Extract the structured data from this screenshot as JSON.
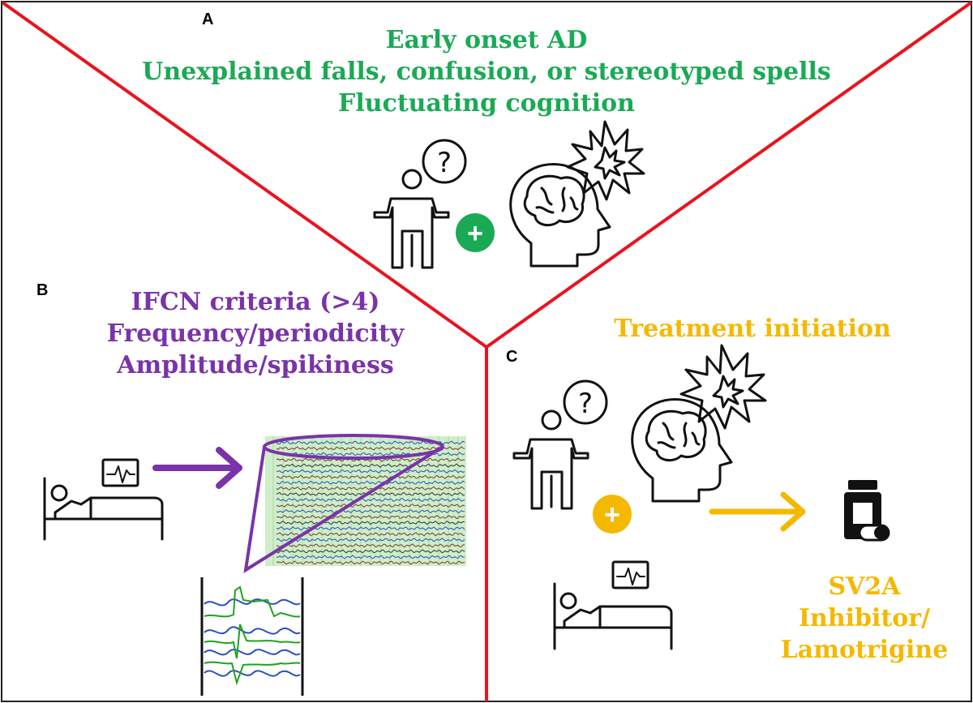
{
  "panels": {
    "a": {
      "letter": "A",
      "lines": [
        "Early onset AD",
        "Unexplained falls, confusion, or stereotyped spells",
        "Fluctuating cognition"
      ],
      "color": "#1aaa55",
      "plus": "+",
      "question": "?"
    },
    "b": {
      "letter": "B",
      "lines": [
        "IFCN criteria (>4)",
        "Frequency/periodicity",
        "Amplitude/spikiness"
      ],
      "color": "#7a33a8"
    },
    "c": {
      "letter": "C",
      "heading": "Treatment initiation",
      "drug_lines": [
        "SV2A",
        "Inhibitor/",
        "Lamotrigine"
      ],
      "color": "#f5b800",
      "plus": "+",
      "question": "?"
    }
  },
  "colors": {
    "divider": "#e8141e",
    "eeg_background": "#cfeec9",
    "eeg_blue": "#2a4fbf",
    "eeg_green": "#1ea31e"
  },
  "icons": [
    "person-shrugging-icon",
    "question-bubble-icon",
    "brain-head-icon",
    "explosion-icon",
    "plus-icon",
    "bed-patient-icon",
    "monitor-icon",
    "arrow-icon",
    "eeg-trace-image",
    "pill-bottle-icon"
  ]
}
